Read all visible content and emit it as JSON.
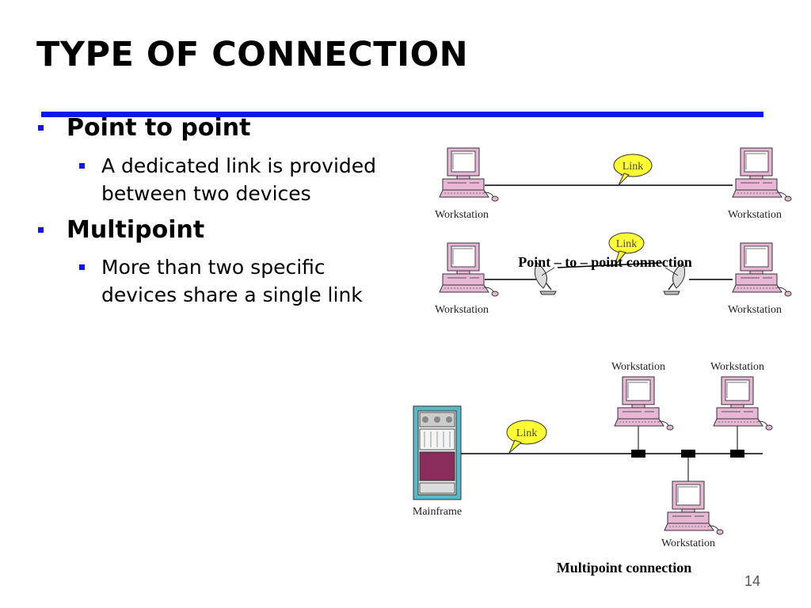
{
  "slide": {
    "title": "TYPE OF CONNECTION",
    "page_number": "14"
  },
  "bullets": [
    {
      "label": "Point to point",
      "sub": [
        "A dedicated link is provided",
        "between two devices"
      ]
    },
    {
      "label": "Multipoint",
      "sub": [
        "More than two specific",
        "devices share a single link"
      ]
    }
  ],
  "diagram": {
    "workstation_label": "Workstation",
    "link_label": "Link",
    "mainframe_label": "Mainframe",
    "p2p_caption": "Point – to – point connection",
    "multipoint_caption": "Multipoint connection"
  },
  "colors": {
    "title_rule": "#0a1ae6",
    "bullet_marker": "#1414e6",
    "callout_fill": "#ffff33",
    "device_pink": "#e8b7d6",
    "mainframe_teal": "#58b8cc",
    "mainframe_maroon": "#8a2c5c"
  }
}
